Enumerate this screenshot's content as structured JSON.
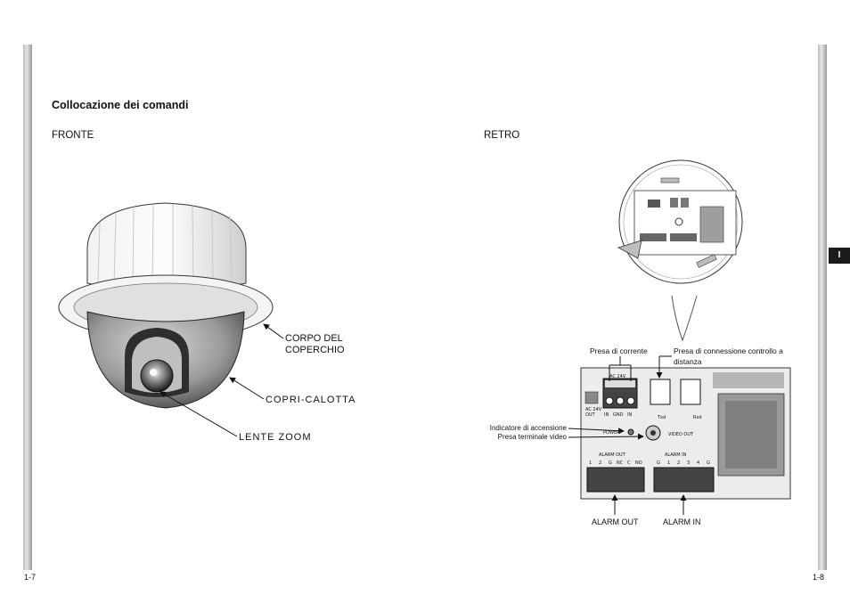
{
  "section_title": "Collocazione dei comandi",
  "front": {
    "label": "FRONTE",
    "callouts": {
      "body_line1": "CORPO DEL",
      "body_line2": "COPERCHIO",
      "cover": "COPRI-CALOTTA",
      "lens": "LENTE ZOOM"
    }
  },
  "rear": {
    "label": "RETRO",
    "callouts": {
      "power_socket": "Presa di corrente",
      "remote_line1": "Presa di connessione controllo a",
      "remote_line2": "distanza",
      "power_indicator": "Indicatore di accensione",
      "video_terminal": "Presa terminale video",
      "alarm_out": "ALARM OUT",
      "alarm_in": "ALARM IN"
    },
    "panel": {
      "ac24v": "AC 24V",
      "ac24v_out_1": "AC 24V",
      "ac24v_out_2": "OUT",
      "terminals": [
        "IN",
        "GND",
        "IN"
      ],
      "power": "POWER",
      "video_out": "VIDEO OUT",
      "txd": "Txd",
      "rxd": "Rxd",
      "alarm_out_header": "ALARM OUT",
      "alarm_out_pins": [
        "1",
        "2",
        "G",
        "NC",
        "C",
        "NO"
      ],
      "alarm_in_header": "ALARM IN",
      "alarm_in_pins": [
        "G",
        "1",
        "2",
        "3",
        "4",
        "G"
      ]
    }
  },
  "tab_marker": "I",
  "page_numbers": {
    "left": "1-7",
    "right": "1-8"
  }
}
